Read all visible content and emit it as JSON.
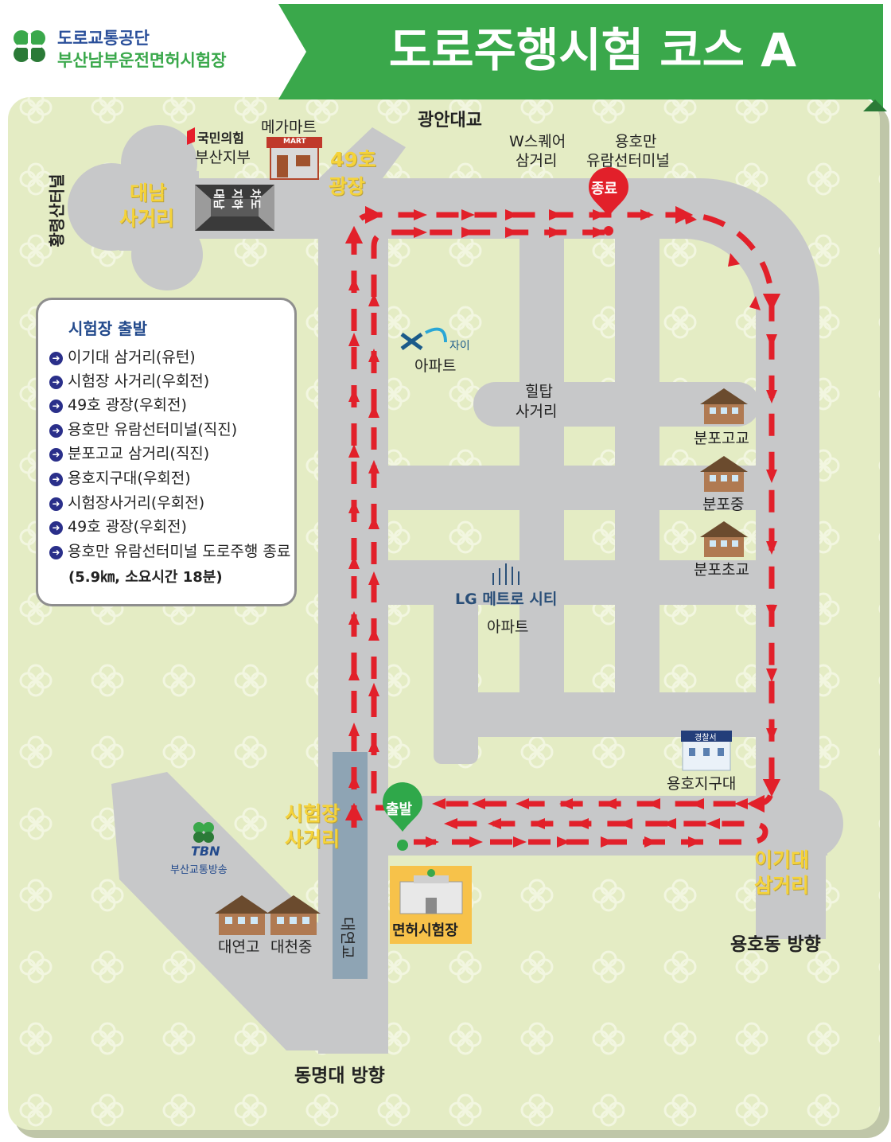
{
  "header": {
    "org_line1": "도로교통공단",
    "org_line2": "부산남부운전면허시험장",
    "title": "도로주행시험 코스 A"
  },
  "colors": {
    "header_green": "#3aa84b",
    "map_bg": "#e4ecc4",
    "road": "#c7c8c9",
    "route_red": "#e2202a",
    "label_yellow": "#f5d33a",
    "legend_navy": "#2a2f8a"
  },
  "labels": {
    "gwangan_bridge": "광안대교",
    "ppp_top": "국민의힘",
    "ppp_bottom": "부산지부",
    "megamart": "메가마트",
    "mart_sign": "MART",
    "w_square_1": "W스퀘어",
    "w_square_2": "삼거리",
    "yongho_1": "용호만",
    "yongho_2": "유람선터미널",
    "hwangryeong_tunnel": "황령산터널",
    "daenam_1": "대남",
    "daenam_2": "사거리",
    "underpass_1": "대남",
    "underpass_2": "지하",
    "underpass_3": "차도",
    "plaza49_1": "49호",
    "plaza49_2": "광장",
    "end_pin": "종료",
    "xi_brand": "자이",
    "xi_apt": "아파트",
    "hilltop_1": "힐탑",
    "hilltop_2": "사거리",
    "bunpo_high": "분포고교",
    "bunpo_middle": "분포중",
    "bunpo_elem": "분포초교",
    "lg_metro": "LG 메트로 시티",
    "lg_apt": "아파트",
    "police_sign": "경찰서",
    "yongho_police": "용호지구대",
    "start_pin": "출발",
    "test_xing_1": "시험장",
    "test_xing_2": "사거리",
    "igidae_1": "이기대",
    "igidae_2": "삼거리",
    "tbn_logo": "TBN",
    "tbn_name": "부산교통방송",
    "daeyeon_high": "대연고",
    "daecheon_middle": "대천중",
    "daeyeon_bridge": "대연교",
    "license_center": "면허시험장",
    "yonghodong_dir": "용호동 방향",
    "dongmyeong_dir": "동명대 방향"
  },
  "legend": {
    "title": "시험장 출발",
    "items": [
      "이기대 삼거리(유턴)",
      "시험장 사거리(우회전)",
      "49호 광장(우회전)",
      "용호만 유람선터미널(직진)",
      "분포고교 삼거리(직진)",
      "용호지구대(우회전)",
      "시험장사거리(우회전)",
      "49호 광장(우회전)",
      "용호만 유람선터미널 도로주행 종료"
    ],
    "bullet_icon": "arrow-right-circle-icon",
    "note": "(5.9㎞, 소요시간 18분)"
  }
}
